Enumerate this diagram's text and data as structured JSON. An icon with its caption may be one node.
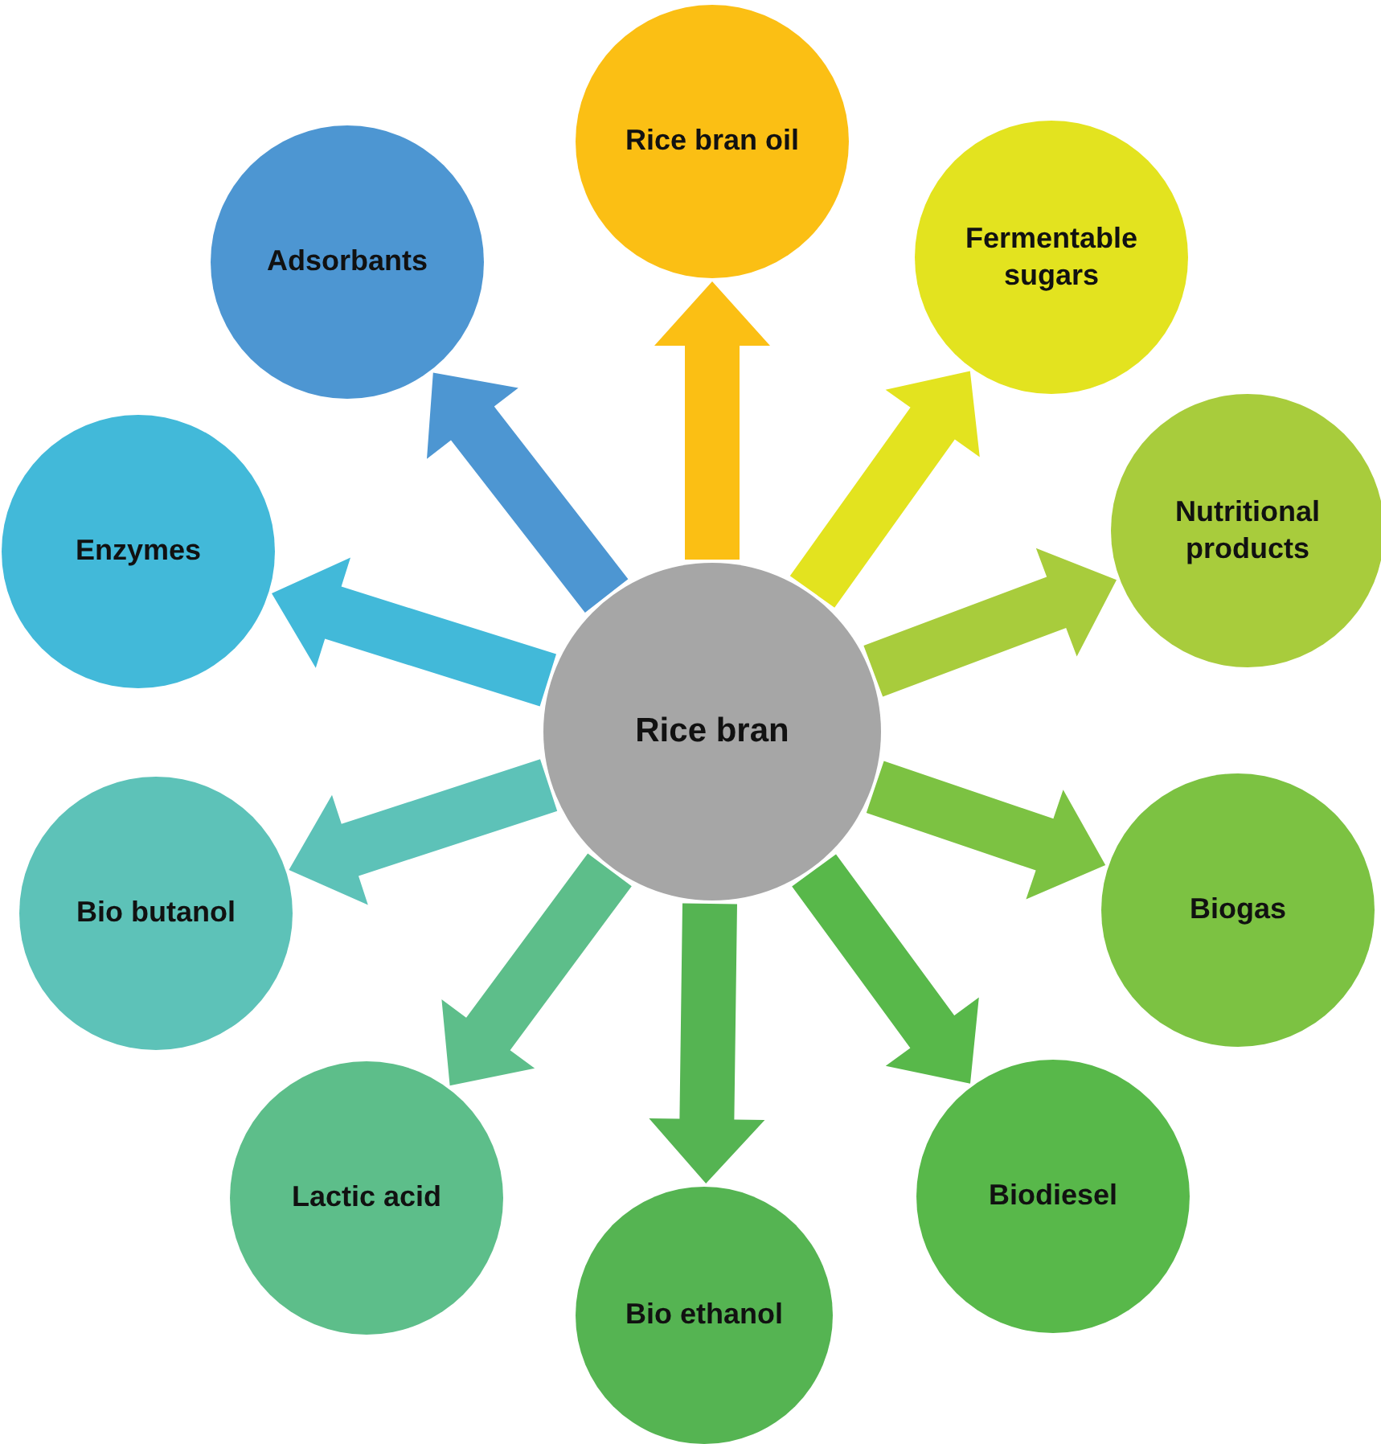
{
  "diagram": {
    "nodes": [
      {
        "text": [
          "Rice bran"
        ]
      },
      {
        "text": [
          "Rice bran oil"
        ]
      },
      {
        "text": [
          "Fermentable sugars"
        ]
      },
      {
        "text": [
          "Nutritional products"
        ]
      },
      {
        "text": [
          "Biogas"
        ]
      },
      {
        "text": [
          "Biodiesel"
        ]
      },
      {
        "text": [
          "Bio ethanol"
        ]
      },
      {
        "text": [
          "Lactic acid"
        ]
      },
      {
        "text": [
          "Bio butanol"
        ]
      },
      {
        "text": [
          "Enzymes"
        ]
      },
      {
        "text": [
          "Adsorbants"
        ]
      }
    ],
    "edges": [
      {
        "from": 0,
        "to": 1,
        "arrow": "to",
        "color": "#fbbf14"
      },
      {
        "from": 0,
        "to": 2,
        "arrow": "to",
        "color": "#e3e31f"
      },
      {
        "from": 0,
        "to": 3,
        "arrow": "to",
        "color": "#a8cc3c"
      },
      {
        "from": 0,
        "to": 4,
        "arrow": "to",
        "color": "#7cc242"
      },
      {
        "from": 0,
        "to": 5,
        "arrow": "to",
        "color": "#58b84a"
      },
      {
        "from": 0,
        "to": 6,
        "arrow": "to",
        "color": "#55b452"
      },
      {
        "from": 0,
        "to": 7,
        "arrow": "to",
        "color": "#5dbe8a"
      },
      {
        "from": 0,
        "to": 8,
        "arrow": "to",
        "color": "#5dc2b8"
      },
      {
        "from": 0,
        "to": 9,
        "arrow": "to",
        "color": "#42b9d9"
      },
      {
        "from": 0,
        "to": 10,
        "arrow": "to",
        "color": "#4d96d2"
      }
    ]
  }
}
